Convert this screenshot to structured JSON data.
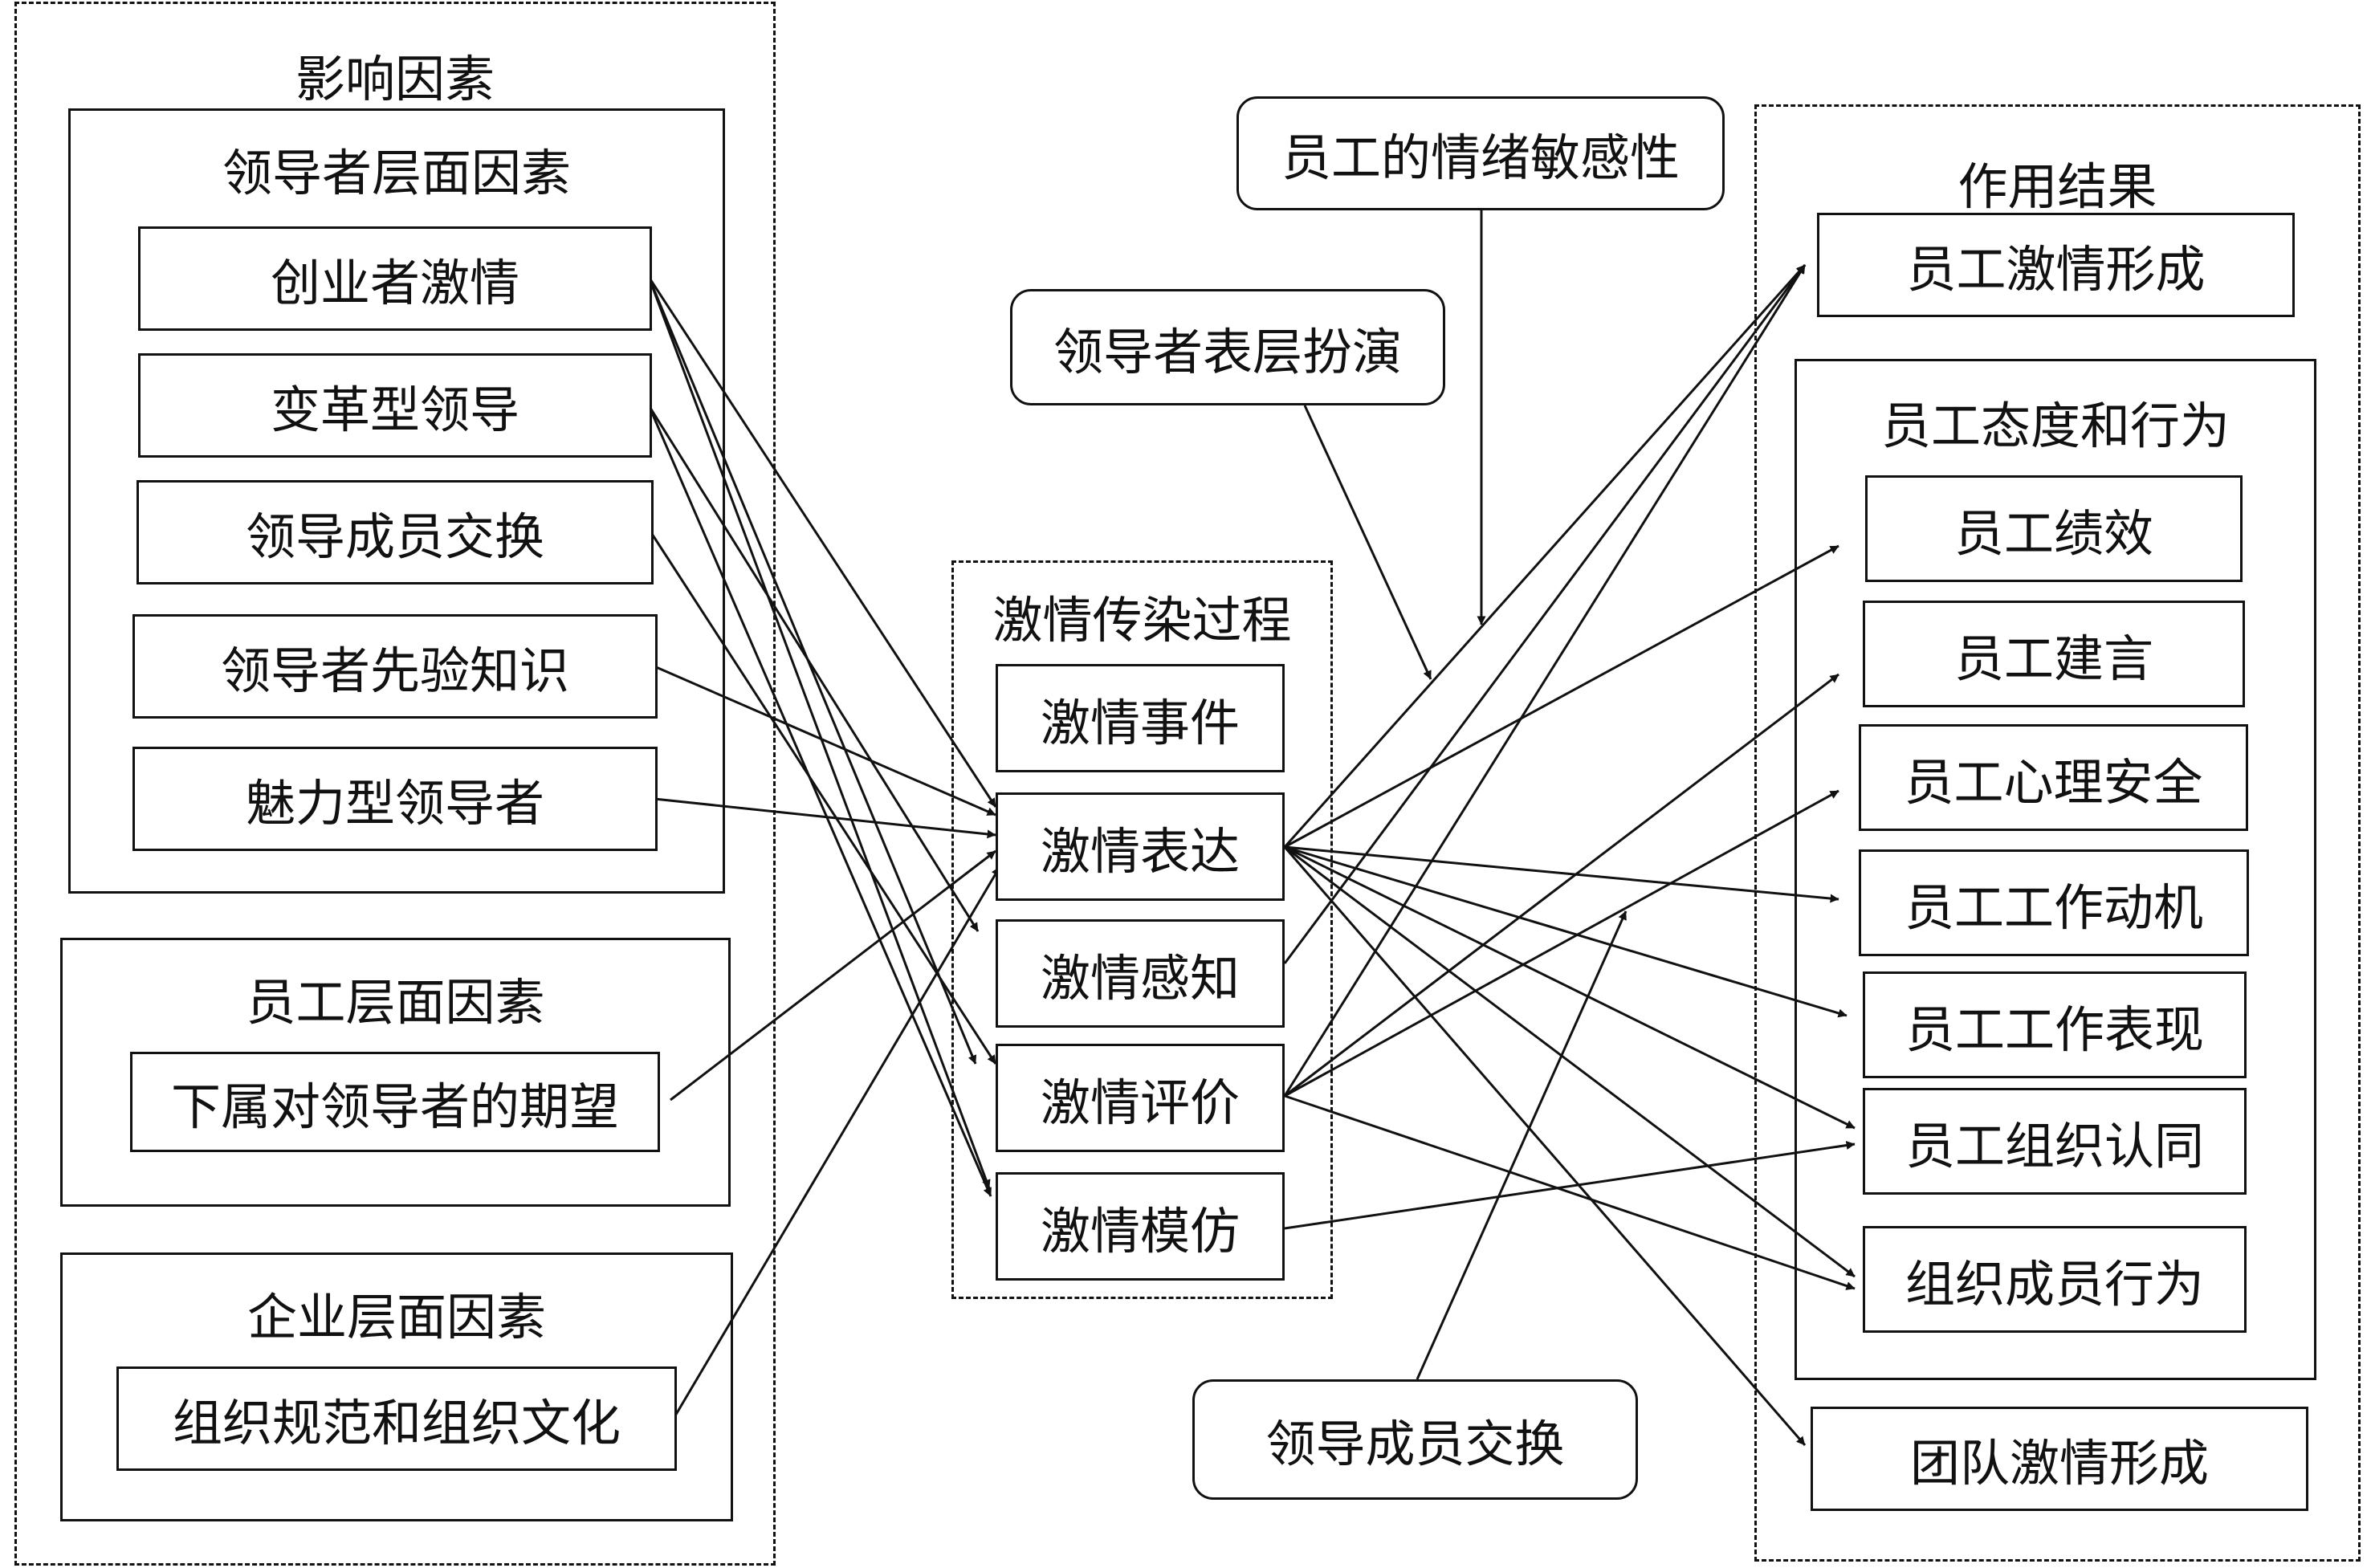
{
  "influence": {
    "title": "影响因素",
    "leader": {
      "title": "领导者层面因素",
      "items": [
        "创业者激情",
        "变革型领导",
        "领导成员交换",
        "领导者先验知识",
        "魅力型领导者"
      ]
    },
    "employee": {
      "title": "员工层面因素",
      "items": [
        "下属对领导者的期望"
      ]
    },
    "enterprise": {
      "title": "企业层面因素",
      "items": [
        "组织规范和组织文化"
      ]
    }
  },
  "process": {
    "title": "激情传染过程",
    "items": [
      "激情事件",
      "激情表达",
      "激情感知",
      "激情评价",
      "激情模仿"
    ]
  },
  "moderators": {
    "sensitivity": "员工的情绪敏感性",
    "surface_acting": "领导者表层扮演",
    "lmx": "领导成员交换"
  },
  "results": {
    "title": "作用结果",
    "employee_passion": "员工激情形成",
    "attitude": {
      "title": "员工态度和行为",
      "items": [
        "员工绩效",
        "员工建言",
        "员工心理安全",
        "员工工作动机",
        "员工工作表现",
        "员工组织认同",
        "组织成员行为"
      ]
    },
    "team_passion": "团队激情形成"
  }
}
